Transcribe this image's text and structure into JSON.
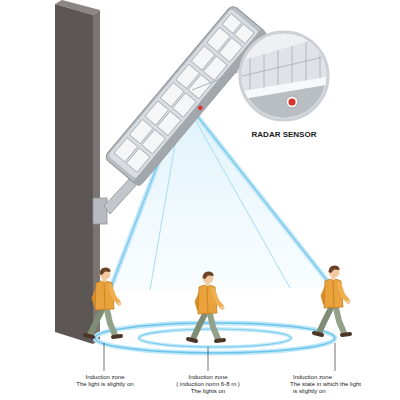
{
  "diagram": {
    "labels": [
      "RADAR SENSOR",
      "Induction zone",
      "The light is slightly on",
      "Induction zone",
      "( induction norm 6-8 m )",
      "The lights on",
      "Induction zone",
      "The state in which the light",
      "is slightly on"
    ]
  }
}
